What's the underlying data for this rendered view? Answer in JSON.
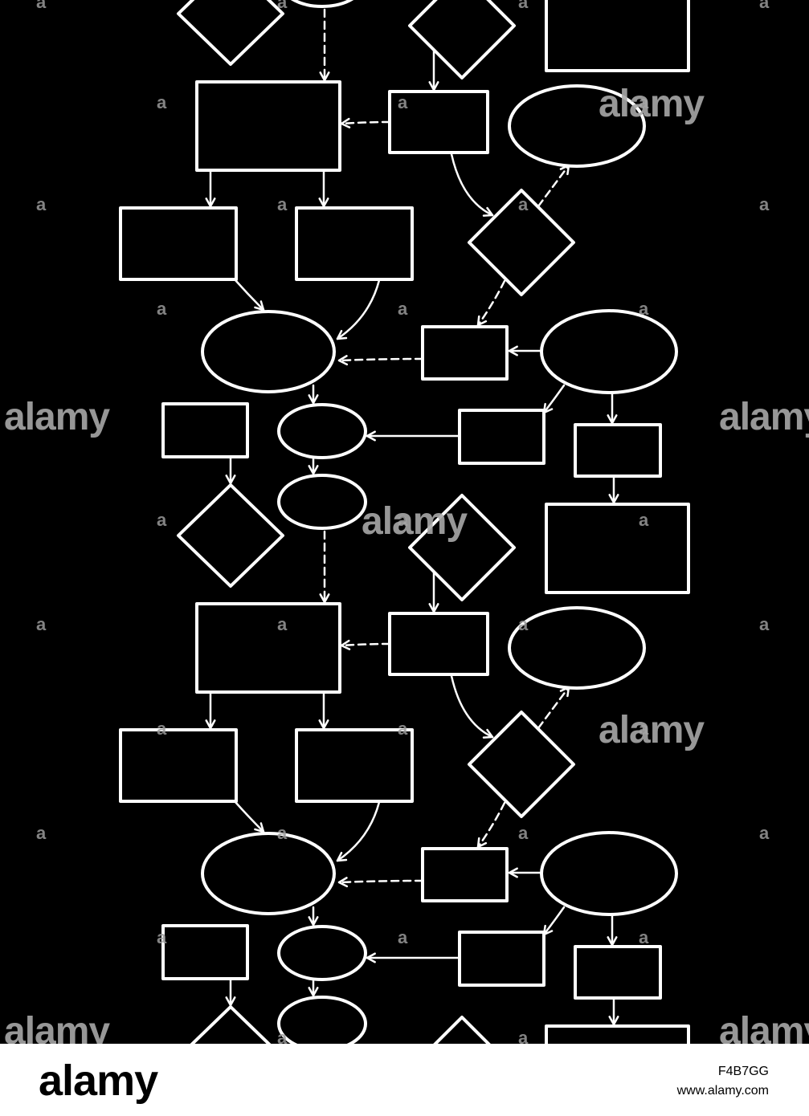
{
  "watermark": {
    "mark": "a",
    "word": "alamy"
  },
  "footer": {
    "logo": "alamy",
    "image_id": "F4B7GG",
    "url": "www.alamy.com"
  }
}
